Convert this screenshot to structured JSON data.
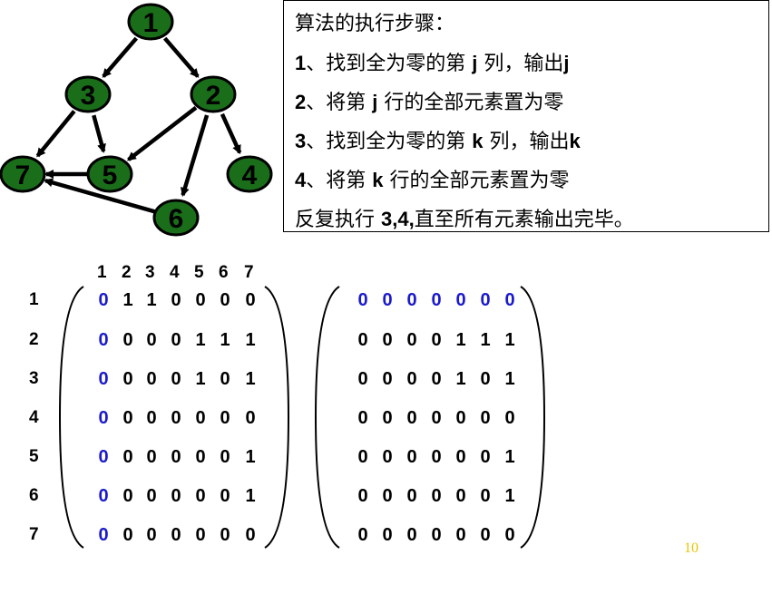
{
  "graph": {
    "nodes": [
      {
        "id": "1",
        "label": "1"
      },
      {
        "id": "2",
        "label": "2"
      },
      {
        "id": "3",
        "label": "3"
      },
      {
        "id": "4",
        "label": "4"
      },
      {
        "id": "5",
        "label": "5"
      },
      {
        "id": "6",
        "label": "6"
      },
      {
        "id": "7",
        "label": "7"
      }
    ],
    "edges": [
      [
        "1",
        "3"
      ],
      [
        "1",
        "2"
      ],
      [
        "3",
        "7"
      ],
      [
        "3",
        "5"
      ],
      [
        "2",
        "5"
      ],
      [
        "2",
        "6"
      ],
      [
        "2",
        "4"
      ],
      [
        "5",
        "7"
      ],
      [
        "6",
        "7"
      ]
    ],
    "node_fill": "#1a6e1a",
    "node_stroke": "#000000"
  },
  "algorithm": {
    "title": "算法的执行步骤：",
    "steps": [
      {
        "num": "1",
        "mid": "、找到全为零的第 ",
        "var": "j",
        "rest": "  列，输出",
        "out": "j"
      },
      {
        "num": "2",
        "mid": "、将第 ",
        "var": "j",
        "rest": "  行的全部元素置为零",
        "out": ""
      },
      {
        "num": "3",
        "mid": "、找到全为零的第 ",
        "var": "k",
        "rest": " 列，输出",
        "out": "k"
      },
      {
        "num": "4",
        "mid": "、将第  ",
        "var": "k",
        "rest": "  行的全部元素置为零",
        "out": ""
      }
    ],
    "repeat_pre": "反复执行 ",
    "repeat_nums": "3,4,",
    "repeat_post": "直至所有元素输出完毕。"
  },
  "matrix": {
    "col_headers": [
      "1",
      "2",
      "3",
      "4",
      "5",
      "6",
      "7"
    ],
    "row_labels": [
      "1",
      "2",
      "3",
      "4",
      "5",
      "6",
      "7"
    ],
    "left_rows": [
      [
        "0",
        "1",
        "1",
        "0",
        "0",
        "0",
        "0"
      ],
      [
        "0",
        "0",
        "0",
        "0",
        "1",
        "1",
        "1"
      ],
      [
        "0",
        "0",
        "0",
        "0",
        "1",
        "0",
        "1"
      ],
      [
        "0",
        "0",
        "0",
        "0",
        "0",
        "0",
        "0"
      ],
      [
        "0",
        "0",
        "0",
        "0",
        "0",
        "0",
        "1"
      ],
      [
        "0",
        "0",
        "0",
        "0",
        "0",
        "0",
        "1"
      ],
      [
        "0",
        "0",
        "0",
        "0",
        "0",
        "0",
        "0"
      ]
    ],
    "right_rows": [
      [
        "0",
        "0",
        "0",
        "0",
        "0",
        "0",
        "0"
      ],
      [
        "0",
        "0",
        "0",
        "0",
        "1",
        "1",
        "1"
      ],
      [
        "0",
        "0",
        "0",
        "0",
        "1",
        "0",
        "1"
      ],
      [
        "0",
        "0",
        "0",
        "0",
        "0",
        "0",
        "0"
      ],
      [
        "0",
        "0",
        "0",
        "0",
        "0",
        "0",
        "1"
      ],
      [
        "0",
        "0",
        "0",
        "0",
        "0",
        "0",
        "1"
      ],
      [
        "0",
        "0",
        "0",
        "0",
        "0",
        "0",
        "0"
      ]
    ],
    "highlight_color": "#1a1acc",
    "text_color": "#000000"
  },
  "page_number": "10"
}
